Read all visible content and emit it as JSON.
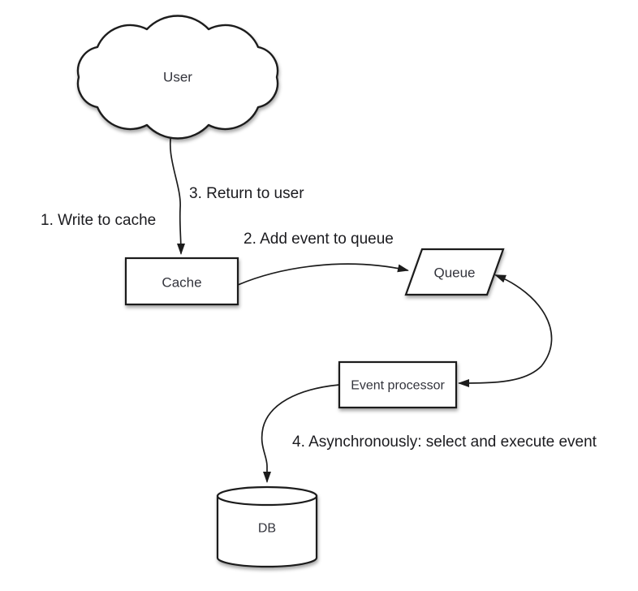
{
  "diagram_type": "flow-diagram",
  "colors": {
    "background": "#ffffff",
    "line": "#1c1c1c",
    "shape_fill": "#ffffff",
    "annotation_text": "#1b1b1f",
    "node_text": "#33343c"
  },
  "nodes": {
    "user": {
      "label": "User",
      "shape": "cloud"
    },
    "cache": {
      "label": "Cache",
      "shape": "rectangle"
    },
    "queue": {
      "label": "Queue",
      "shape": "parallelogram"
    },
    "event_processor": {
      "label": "Event processor",
      "shape": "rectangle"
    },
    "db": {
      "label": "DB",
      "shape": "cylinder"
    }
  },
  "steps": [
    {
      "text": "1. Write to cache"
    },
    {
      "text": "2. Add event to queue"
    },
    {
      "text": "3. Return to user"
    },
    {
      "text": "4. Asynchronously: select and execute event"
    }
  ],
  "edges": [
    {
      "from": "user",
      "to": "cache",
      "style": "arrow"
    },
    {
      "from": "cache",
      "to": "queue",
      "style": "arrow"
    },
    {
      "from": "queue",
      "to": "event_processor",
      "style": "double-arrow"
    },
    {
      "from": "event_processor",
      "to": "db",
      "style": "arrow"
    }
  ]
}
